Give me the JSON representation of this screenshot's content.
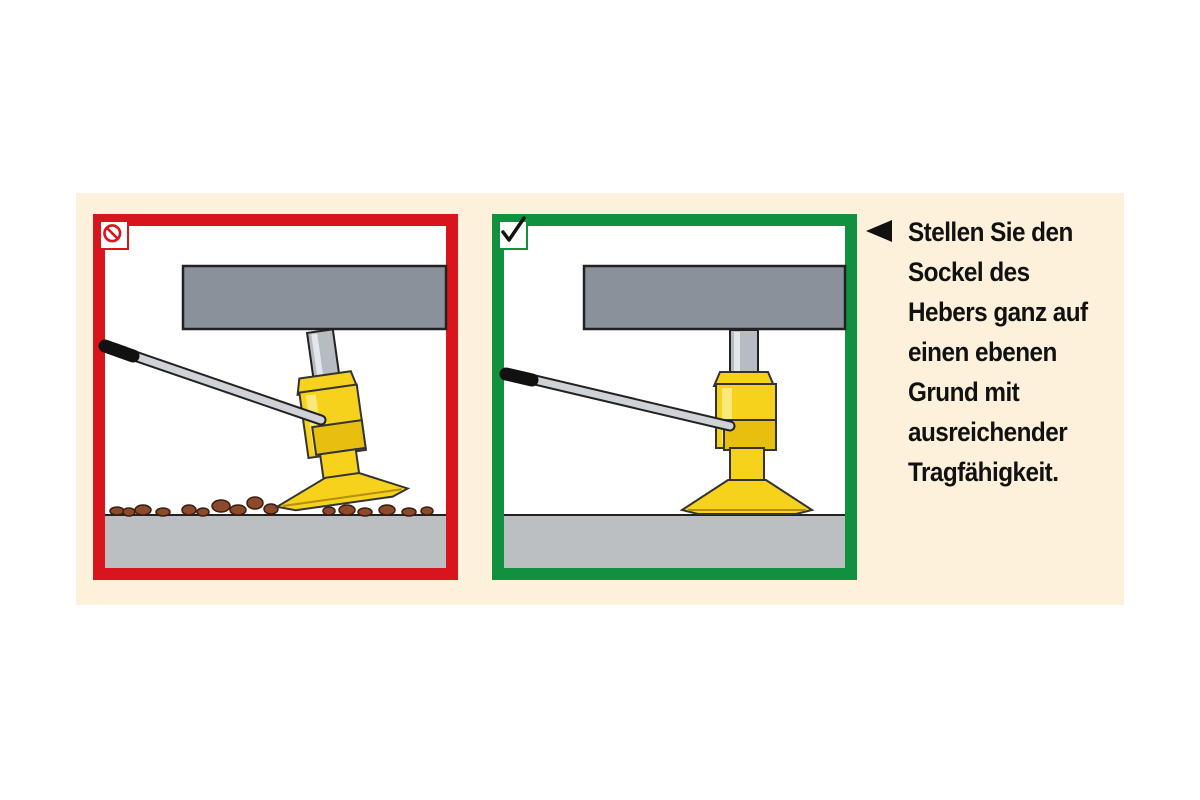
{
  "colors": {
    "background": "#fdf1dc",
    "wrong_frame": "#d8141c",
    "right_frame": "#119140",
    "jack_yellow": "#f6d21d",
    "beam_gray": "#8a919b",
    "floor_gray": "#bcbfc2",
    "debris_brown": "#8b4a2b"
  },
  "panels": {
    "wrong": {
      "icon": "prohibited-icon"
    },
    "right": {
      "icon": "checkmark-icon"
    }
  },
  "instruction": {
    "icon": "left-pointer-arrow-icon",
    "lines": [
      "Stellen Sie den",
      "Sockel des",
      "Hebers ganz auf",
      "einen ebenen",
      "Grund mit",
      "ausreichender",
      "Tragfähigkeit."
    ]
  }
}
